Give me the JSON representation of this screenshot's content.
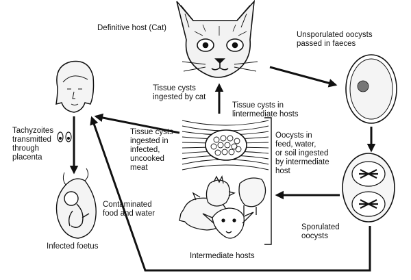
{
  "labels": {
    "definitive_host": "Definitive host (Cat)",
    "unsporulated": "Unsporulated oocysts\npassed in faeces",
    "cysts_by_cat": "Tissue cysts\ningested by cat",
    "cysts_intermediate": "Tissue cysts in\nlintermediate hosts",
    "cysts_meat": "Tissue cysts\ningested in\ninfected,\nuncooked\nmeat",
    "oocysts_feed": "Oocysts in\nfeed, water,\nor soil ingested\nby intermediate\nhost",
    "tachyzoites": "Tachyzoites\ntransmitted\nthrough\nplacenta",
    "contaminated": "Contaminated\nfood and water",
    "sporulated": "Sporulated\noocysts",
    "intermediate_hosts": "Intermediate hosts",
    "infected_foetus": "Infected foetus"
  }
}
